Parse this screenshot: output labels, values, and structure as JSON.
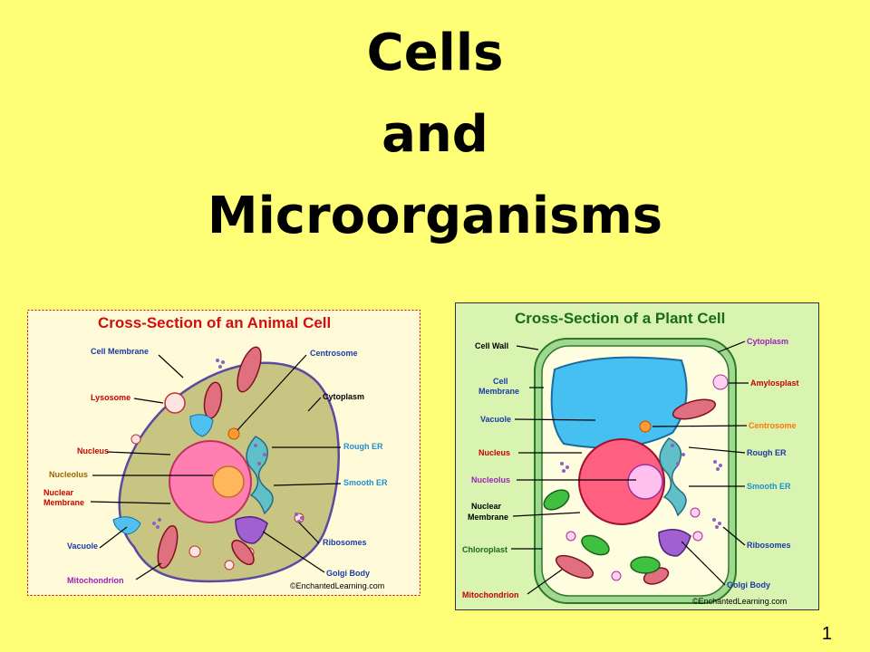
{
  "title": {
    "line1": "Cells",
    "line2": "and",
    "line3": "Microorganisms"
  },
  "page_number": "1",
  "animal": {
    "heading": "Cross-Section of an Animal Cell",
    "credit": "©EnchantedLearning.com",
    "labels": {
      "cell_membrane": "Cell Membrane",
      "lysosome": "Lysosome",
      "nucleus": "Nucleus",
      "nucleolus": "Nucleolus",
      "nuclear_membrane_1": "Nuclear",
      "nuclear_membrane_2": "Membrane",
      "vacuole": "Vacuole",
      "mitochondrion": "Mitochondrion",
      "centrosome": "Centrosome",
      "cytoplasm": "Cytoplasm",
      "rough_er": "Rough ER",
      "smooth_er": "Smooth ER",
      "ribosomes": "Ribosomes",
      "golgi_body": "Golgi Body"
    }
  },
  "plant": {
    "heading": "Cross-Section of a Plant Cell",
    "credit": "©EnchantedLearning.com",
    "labels": {
      "cell_wall": "Cell Wall",
      "cell_membrane_1": "Cell",
      "cell_membrane_2": "Membrane",
      "vacuole": "Vacuole",
      "nucleus": "Nucleus",
      "nucleolus": "Nucleolus",
      "nuclear_membrane_1": "Nuclear",
      "nuclear_membrane_2": "Membrane",
      "chloroplast": "Chloroplast",
      "mitochondrion": "Mitochondrion",
      "cytoplasm": "Cytoplasm",
      "amylosplast": "Amylosplast",
      "centrosome": "Centrosome",
      "rough_er": "Rough ER",
      "smooth_er": "Smooth ER",
      "ribosomes": "Ribosomes",
      "golgi_body": "Golgi Body"
    }
  },
  "colors": {
    "slide_background": "#ffff77",
    "label_blue": "#1a3aa8",
    "label_red": "#cc0000",
    "label_brown": "#996600",
    "label_purple": "#a020c0",
    "label_orange": "#ff7700",
    "label_cyan": "#1f8fd0",
    "heading_red": "#d01010",
    "heading_green": "#1a6a1a"
  }
}
